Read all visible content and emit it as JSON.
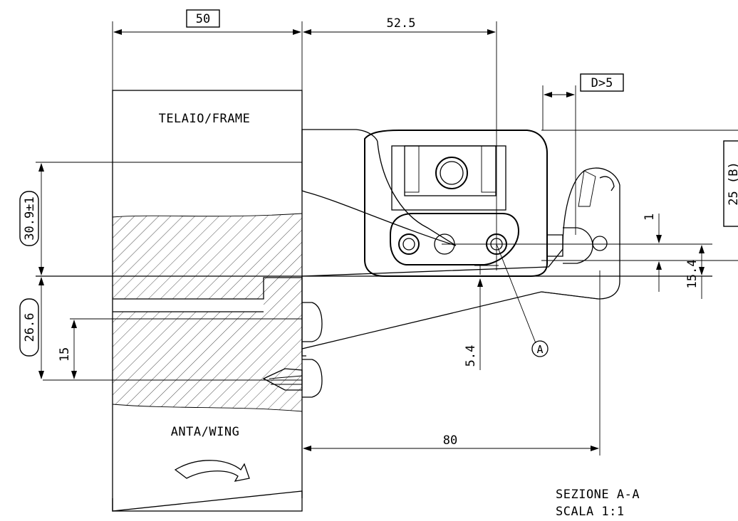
{
  "frame_label": "TELAIO/FRAME",
  "wing_label": "ANTA/WING",
  "section": {
    "title": "SEZIONE A-A",
    "scale": "SCALA 1:1"
  },
  "dimensions": {
    "frame_width": "50",
    "offset_top": "52.5",
    "d_clearance": "D>5",
    "overlap_b": "25 (B)",
    "gap_height": "30.9±1",
    "wing_height": "26.6",
    "screw_spacing": "15",
    "small_gap": "1",
    "arm_height": "15.4",
    "arm_offset": "5.4",
    "reach": "80"
  },
  "detail_marker": "A"
}
